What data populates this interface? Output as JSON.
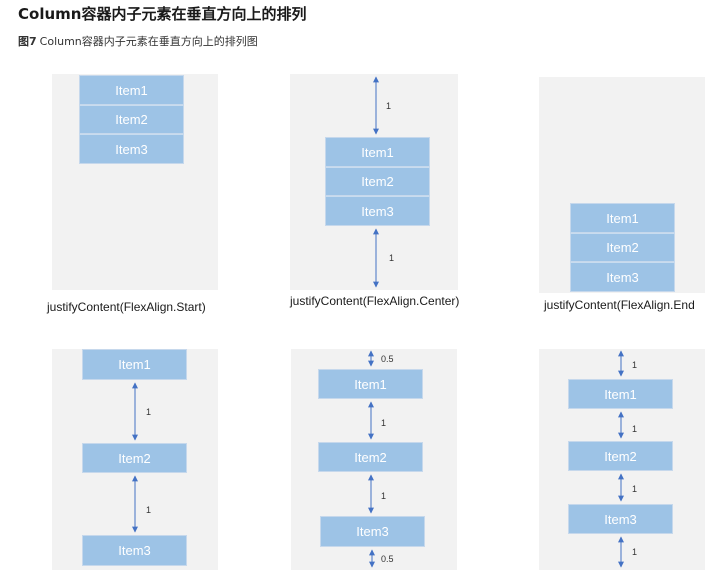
{
  "heading": "Column容器内子元素在垂直方向上的排列",
  "caption": {
    "figure": "图7",
    "text": "Column容器内子元素在垂直方向上的排列图"
  },
  "colors": {
    "panel": "#f2f2f2",
    "item": "#9dc3e6",
    "arrow": "#4472c4"
  },
  "panels": [
    {
      "label": "justifyContent(FlexAlign.Start)",
      "items": [
        "Item1",
        "Item2",
        "Item3"
      ]
    },
    {
      "label": "justifyContent(FlexAlign.Center)",
      "items": [
        "Item1",
        "Item2",
        "Item3"
      ],
      "gaps": [
        "1",
        "1"
      ]
    },
    {
      "label": "justifyContent(FlexAlign.End",
      "items": [
        "Item1",
        "Item2",
        "Item3"
      ]
    },
    {
      "items": [
        "Item1",
        "Item2",
        "Item3"
      ],
      "gaps": [
        "1",
        "1"
      ]
    },
    {
      "items": [
        "Item1",
        "Item2",
        "Item3"
      ],
      "gaps": [
        "0.5",
        "1",
        "1",
        "0.5"
      ]
    },
    {
      "items": [
        "Item1",
        "Item2",
        "Item3"
      ],
      "gaps": [
        "1",
        "1",
        "1",
        "1"
      ]
    }
  ]
}
